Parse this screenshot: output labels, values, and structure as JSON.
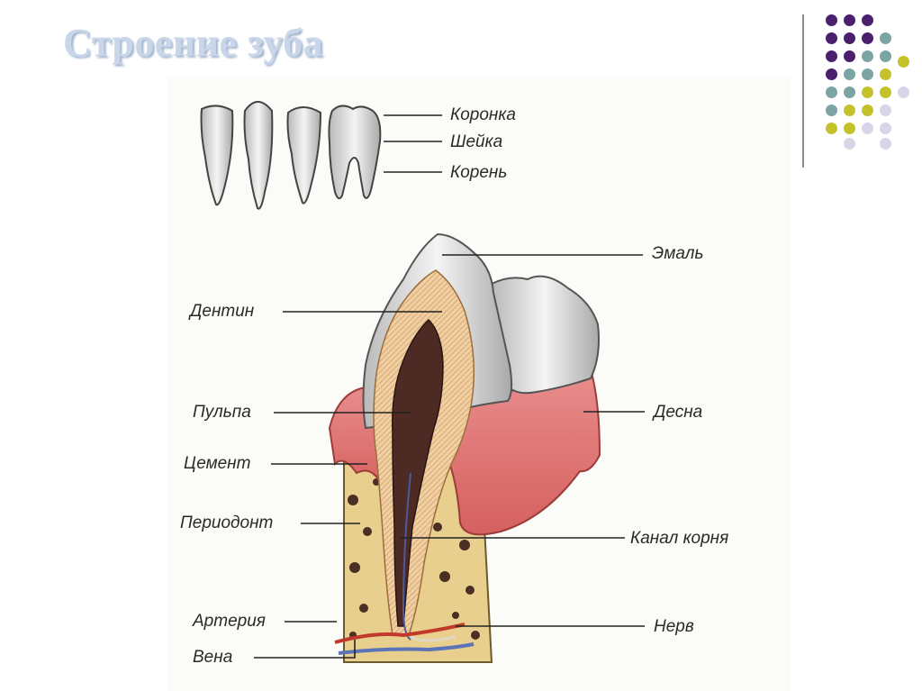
{
  "title": "Строение зуба",
  "decor": {
    "palette": {
      "purple": "#4a1f6e",
      "teal": "#7aa5a2",
      "olive": "#c3c22a",
      "lavender": "#d8d5e8"
    },
    "divider_color": "#8c8c8c"
  },
  "diagram": {
    "top_labels": {
      "crown": "Коронка",
      "neck": "Шейка",
      "root": "Корень"
    },
    "labels": {
      "enamel": "Эмаль",
      "dentin": "Дентин",
      "pulp": "Пульпа",
      "gum": "Десна",
      "cement": "Цемент",
      "periodont": "Периодонт",
      "root_canal": "Канал корня",
      "artery": "Артерия",
      "nerve": "Нерв",
      "vein": "Вена"
    }
  }
}
